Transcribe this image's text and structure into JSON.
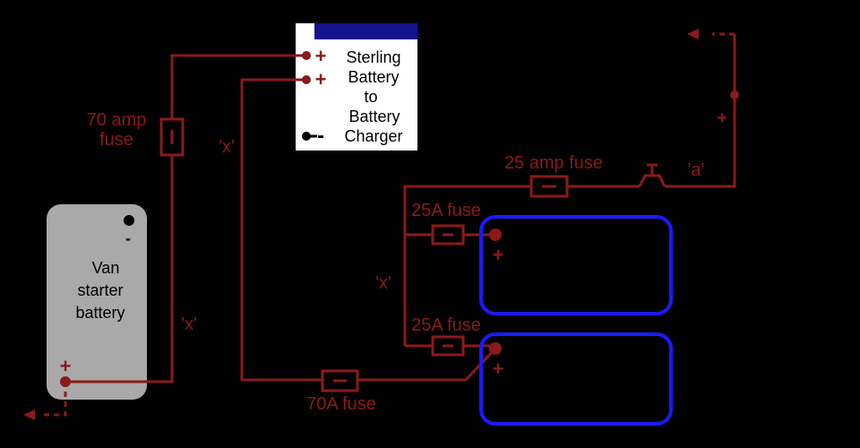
{
  "colors": {
    "background": "#000000",
    "wire": "#8b1a1a",
    "battery_outline": "#1a1aff",
    "starter_fill": "#a9a9a9",
    "charger_bar": "#14148c",
    "charger_fill": "#ffffff"
  },
  "charger": {
    "lines": [
      "Sterling",
      "Battery",
      "to",
      "Battery",
      "Charger"
    ],
    "pos1_symbol": "+",
    "pos2_symbol": "+",
    "neg_symbol": "-"
  },
  "starter_battery": {
    "label_lines": [
      "Van",
      "starter",
      "battery"
    ],
    "neg_symbol": "-",
    "pos_symbol": "+"
  },
  "labels": {
    "fuse_70amp_lines": [
      "70 amp",
      "fuse"
    ],
    "fuse_25amp": "25 amp fuse",
    "fuse_25a_top": "25A fuse",
    "fuse_25a_bottom": "25A fuse",
    "fuse_70a": "70A fuse",
    "x_top": "'x'",
    "x_left": "'x'",
    "x_right": "'x'",
    "a_label": "'a'",
    "plus_right": "+",
    "leisure_top_pos": "+",
    "leisure_bottom_pos": "+"
  }
}
